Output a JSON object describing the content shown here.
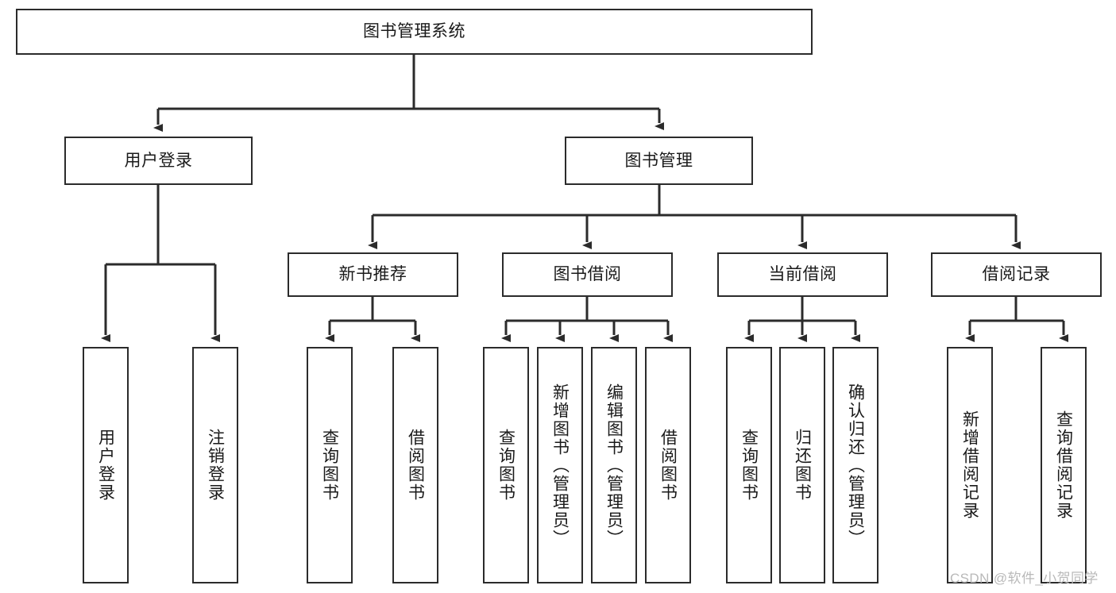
{
  "diagram": {
    "title": "图书管理系统",
    "type": "tree-hierarchy",
    "style": {
      "border_color": "#2b2b2b",
      "fill_color": "#ffffff",
      "line_color": "#2b2b2b",
      "text_color": "#1a1a1a"
    },
    "root": {
      "label": "图书管理系统"
    },
    "level2": [
      {
        "id": "user-login",
        "label": "用户登录"
      },
      {
        "id": "book-management",
        "label": "图书管理"
      }
    ],
    "level3": [
      {
        "id": "new-book-recommend",
        "label": "新书推荐"
      },
      {
        "id": "book-borrow",
        "label": "图书借阅"
      },
      {
        "id": "current-borrow",
        "label": "当前借阅"
      },
      {
        "id": "borrow-record",
        "label": "借阅记录"
      }
    ],
    "leaves": {
      "user_login": [
        {
          "id": "leaf-user-login",
          "label": "用户登录"
        },
        {
          "id": "leaf-logout",
          "label": "注销登录"
        }
      ],
      "new_book_recommend": [
        {
          "id": "leaf-query-book-1",
          "label": "查询图书"
        },
        {
          "id": "leaf-borrow-book-1",
          "label": "借阅图书"
        }
      ],
      "book_borrow": [
        {
          "id": "leaf-query-book-2",
          "label": "查询图书"
        },
        {
          "id": "leaf-add-book",
          "label": "新增图书（管理员）"
        },
        {
          "id": "leaf-edit-book",
          "label": "编辑图书（管理员）"
        },
        {
          "id": "leaf-borrow-book-2",
          "label": "借阅图书"
        }
      ],
      "current_borrow": [
        {
          "id": "leaf-query-book-3",
          "label": "查询图书"
        },
        {
          "id": "leaf-return-book",
          "label": "归还图书"
        },
        {
          "id": "leaf-confirm-return",
          "label": "确认归还（管理员）"
        }
      ],
      "borrow_record": [
        {
          "id": "leaf-add-record",
          "label": "新增借阅记录"
        },
        {
          "id": "leaf-query-record",
          "label": "查询借阅记录"
        }
      ]
    }
  },
  "watermark": {
    "text": "CSDN @软件_小贺同学"
  }
}
